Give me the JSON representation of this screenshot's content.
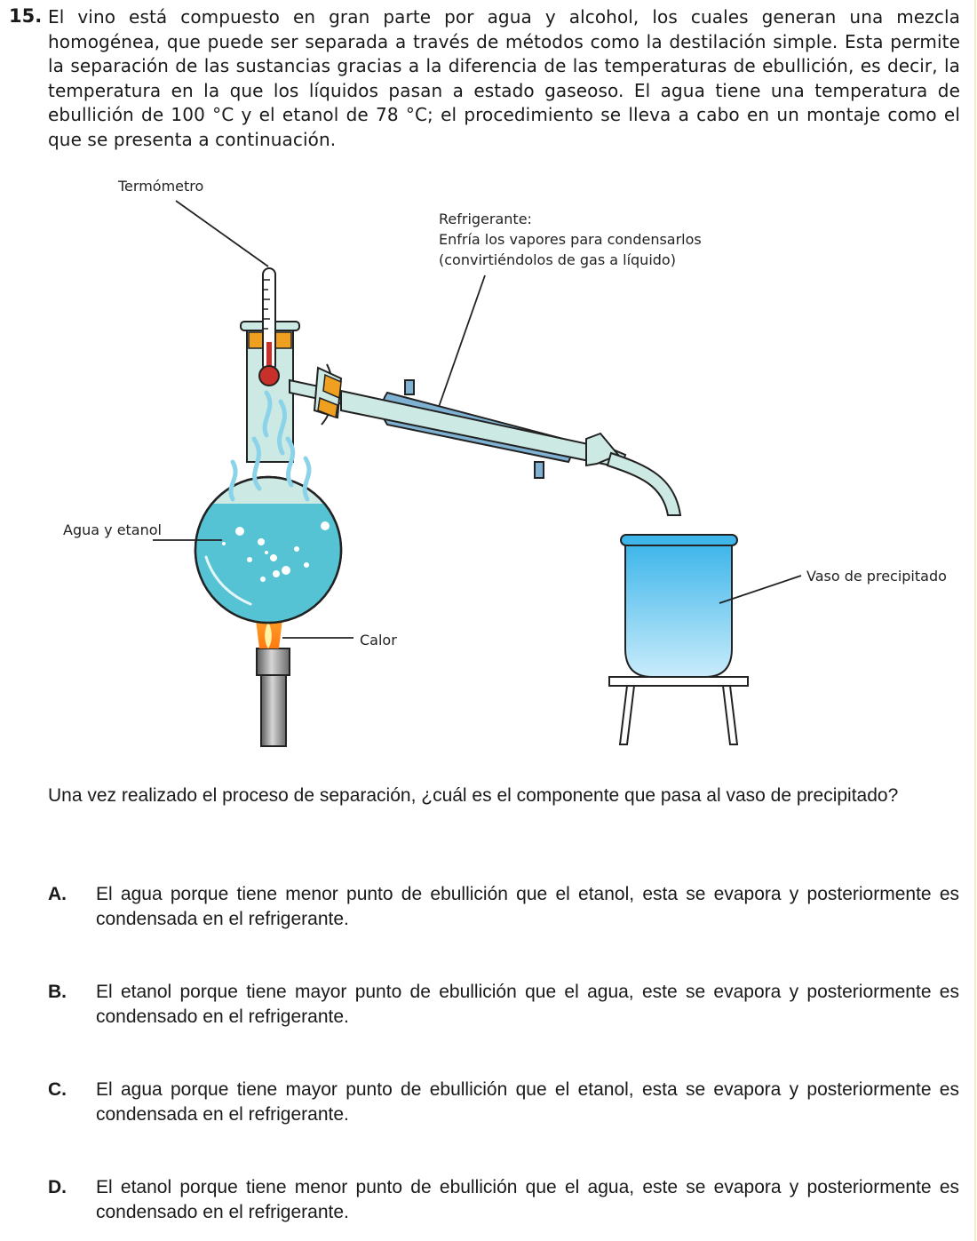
{
  "question": {
    "number": "15.",
    "stem": "El vino está compuesto en gran parte por agua y alcohol, los cuales generan una mezcla homogénea, que puede ser separada a través de métodos como la destilación simple. Esta permite la separación de las sustancias gracias a la diferencia de las temperaturas de ebullición, es decir, la temperatura en la que los líquidos pasan a estado gaseoso. El agua tiene una temperatura de ebullición de 100 °C y el etanol de 78 °C; el procedimiento se lleva a cabo en un montaje como el que se presenta a continuación.",
    "prompt": "Una vez realizado el proceso de separación, ¿cuál es el componente que pasa al vaso de precipitado?"
  },
  "figure": {
    "labels": {
      "thermometer": "Termómetro",
      "condenser_title": "Refrigerante:",
      "condenser_line1": "Enfría los vapores para condensarlos",
      "condenser_line2": "(convirtiéndolos de gas a líquido)",
      "mixture": "Agua y etanol",
      "heat": "Calor",
      "beaker": "Vaso de precipitado"
    }
  },
  "options": [
    {
      "letter": "A.",
      "text": "El agua porque tiene menor punto de ebullición que el etanol, esta se evapora y posteriormente es condensada en el refrigerante."
    },
    {
      "letter": "B.",
      "text": "El etanol porque tiene mayor punto de ebullición que el agua, este se evapora y posteriormente es condensado en el refrigerante."
    },
    {
      "letter": "C.",
      "text": "El agua porque tiene mayor punto de ebullición que el etanol, esta se evapora y posteriormente es condensada en el refrigerante."
    },
    {
      "letter": "D.",
      "text": "El etanol porque tiene menor punto de ebullición que el agua, este se evapora y posteriormente es condensado en el refrigerante."
    }
  ]
}
